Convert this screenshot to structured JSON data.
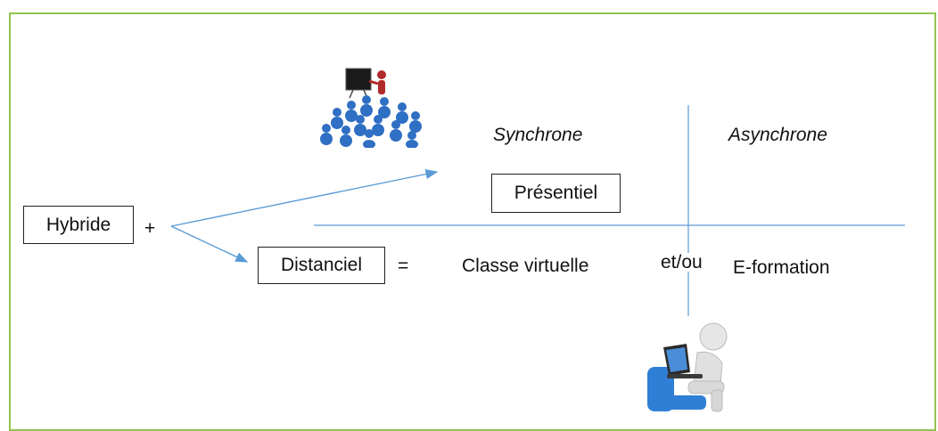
{
  "diagram": {
    "hybride": "Hybride",
    "plus": "+",
    "presentiel": "Présentiel",
    "distanciel": "Distanciel",
    "equals": "=",
    "synchrone": "Synchrone",
    "asynchrone": "Asynchrone",
    "classe_virtuelle": "Classe virtuelle",
    "et_ou": "et/ou",
    "e_formation": "E-formation"
  },
  "colors": {
    "frame": "#92c44e",
    "arrow": "#5b9bd5",
    "figure": "#2f6fc4",
    "teacher": "#b02a2a"
  },
  "icons": {
    "classroom": "classroom-presentation-icon",
    "laptop_user": "person-with-laptop-icon"
  }
}
